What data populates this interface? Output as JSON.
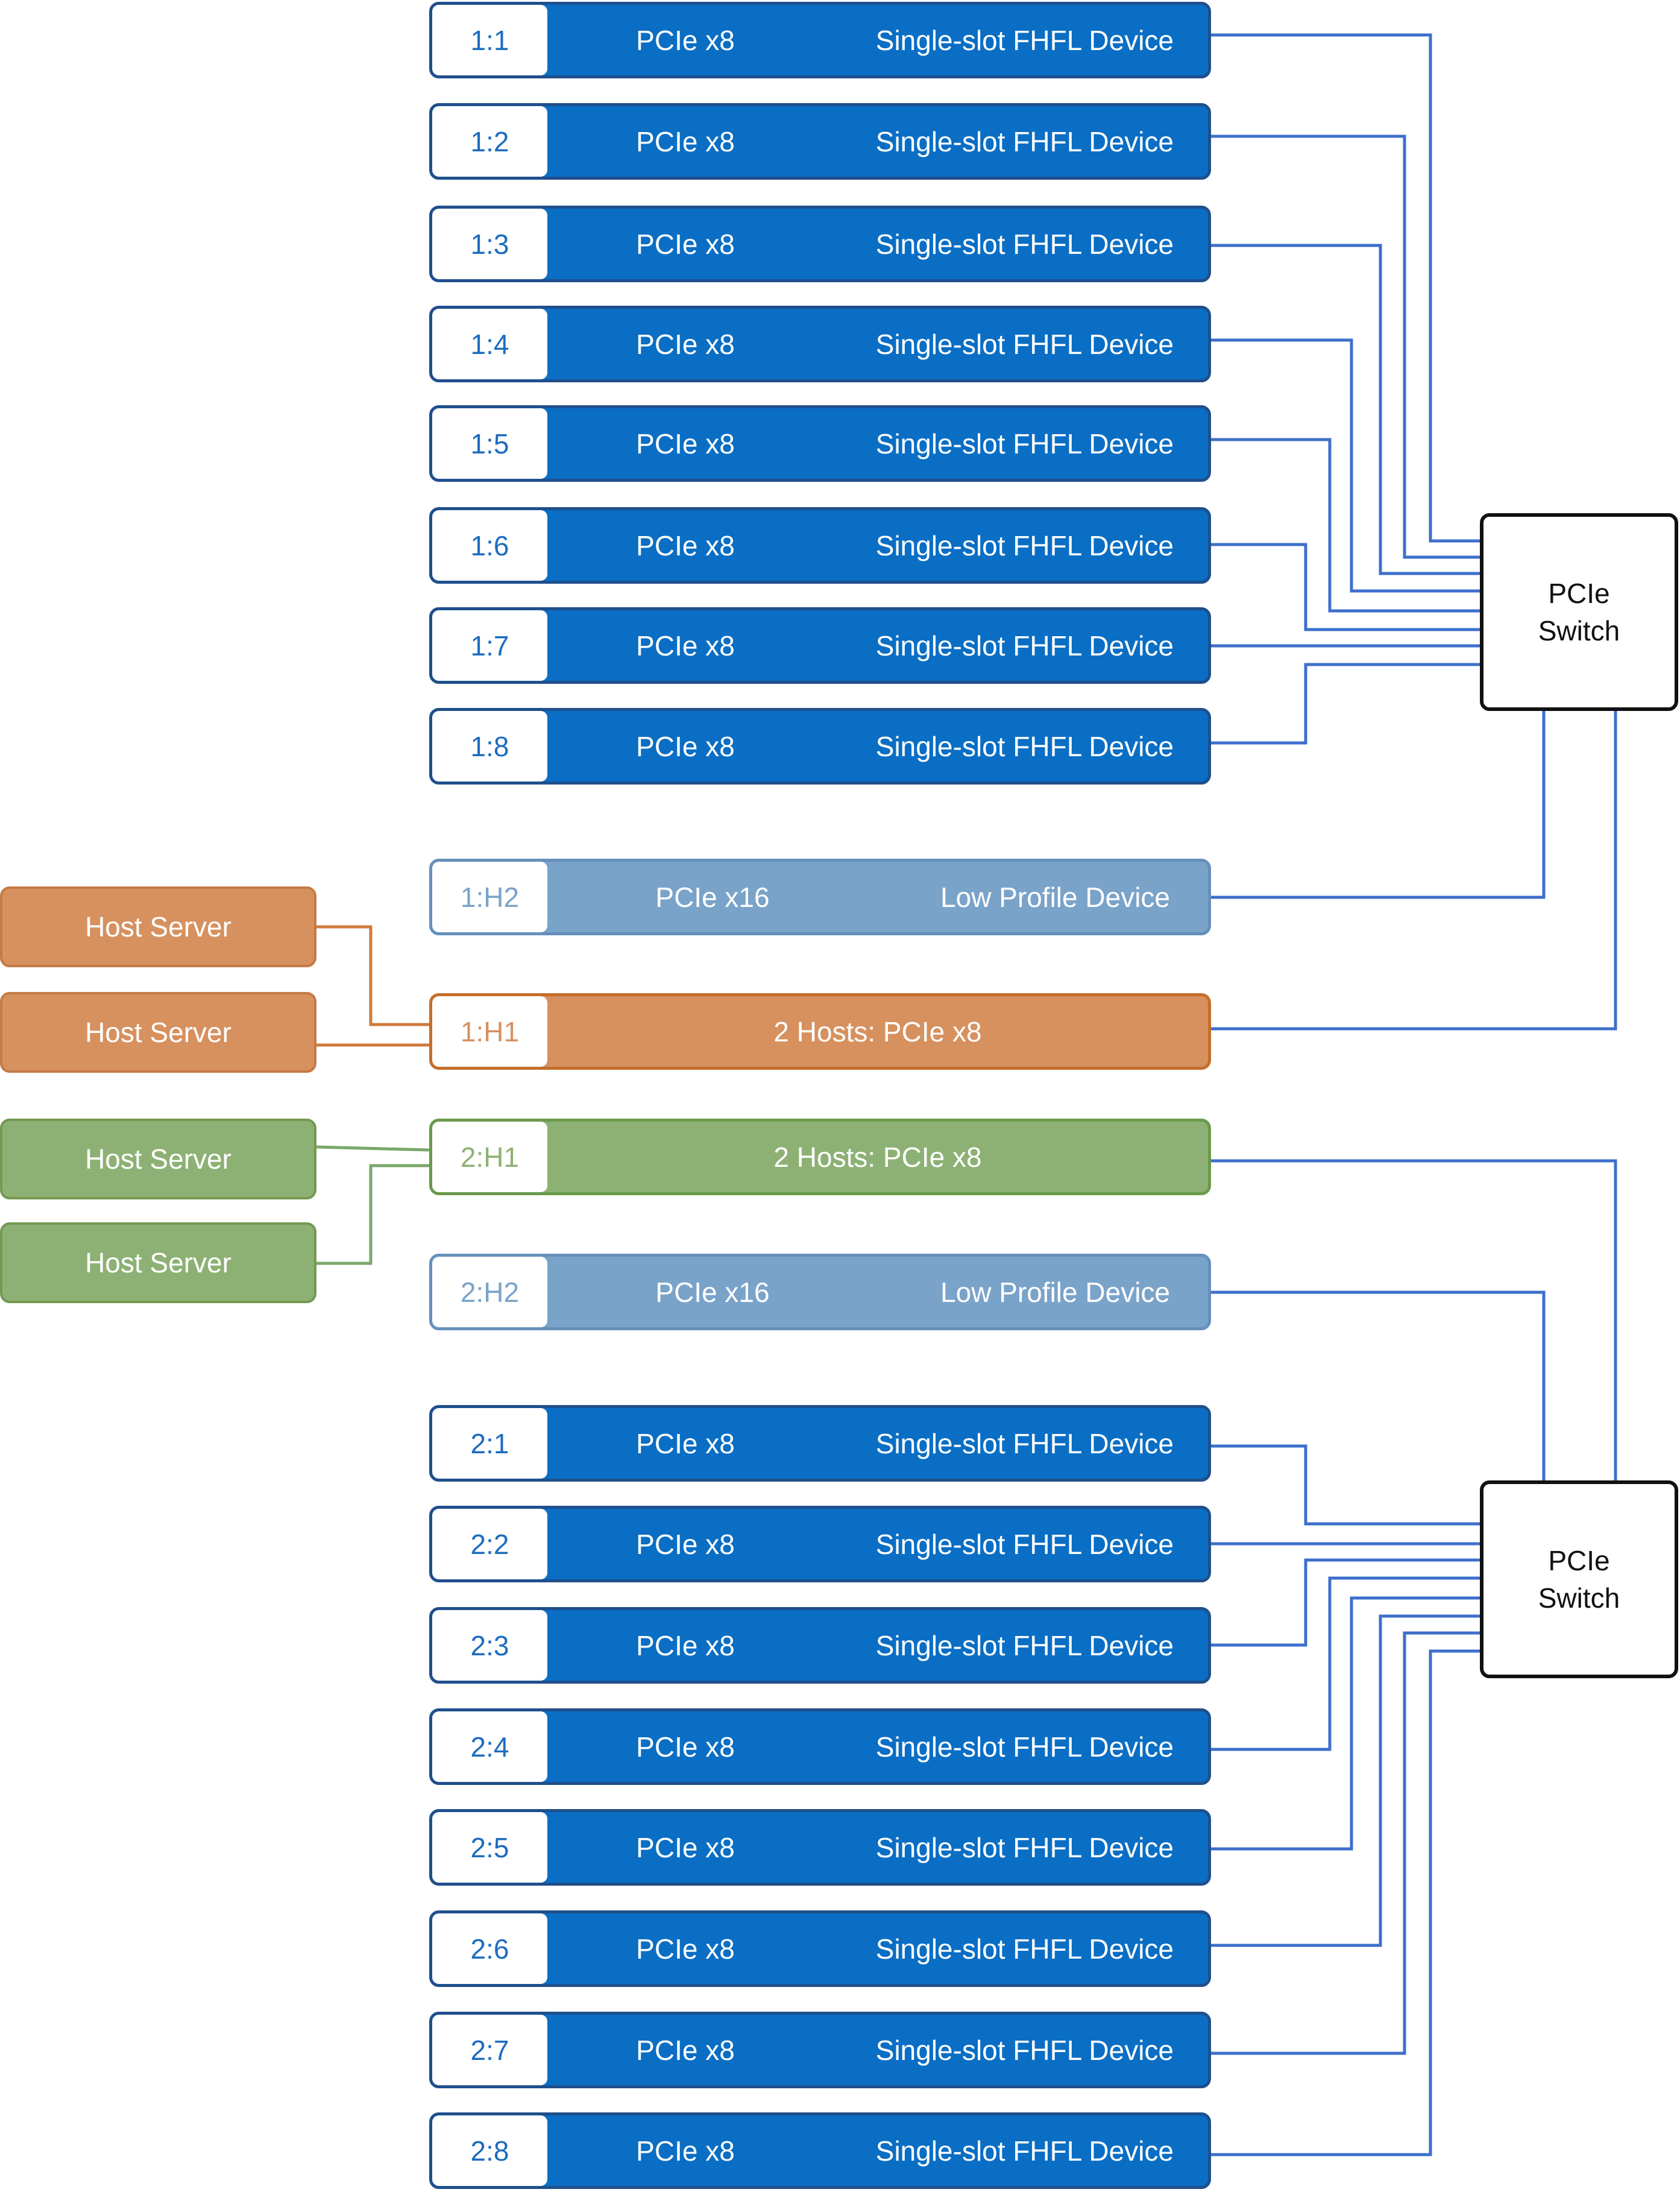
{
  "colors": {
    "device_blue": "#0a6ec5",
    "low_profile_blue": "#7aa3c9",
    "host_orange": "#d6915f",
    "host_green": "#8db174",
    "wire_blue": "#3d6fcc",
    "wire_orange": "#d07a3c",
    "wire_green": "#7aa86a"
  },
  "groups": [
    {
      "switch": {
        "line1": "PCIe",
        "line2": "Switch"
      },
      "slots": [
        {
          "label": "1:1",
          "link": "PCIe x8",
          "device": "Single-slot FHFL Device"
        },
        {
          "label": "1:2",
          "link": "PCIe x8",
          "device": "Single-slot FHFL Device"
        },
        {
          "label": "1:3",
          "link": "PCIe x8",
          "device": "Single-slot FHFL Device"
        },
        {
          "label": "1:4",
          "link": "PCIe x8",
          "device": "Single-slot FHFL Device"
        },
        {
          "label": "1:5",
          "link": "PCIe x8",
          "device": "Single-slot FHFL Device"
        },
        {
          "label": "1:6",
          "link": "PCIe x8",
          "device": "Single-slot FHFL Device"
        },
        {
          "label": "1:7",
          "link": "PCIe x8",
          "device": "Single-slot FHFL Device"
        },
        {
          "label": "1:8",
          "link": "PCIe x8",
          "device": "Single-slot FHFL Device"
        }
      ],
      "low_profile": {
        "label": "1:H2",
        "link": "PCIe x16",
        "device": "Low Profile Device"
      },
      "host_slot": {
        "label": "1:H1",
        "text": "2 Hosts: PCIe x8"
      },
      "servers": [
        "Host Server",
        "Host Server"
      ]
    },
    {
      "switch": {
        "line1": "PCIe",
        "line2": "Switch"
      },
      "slots": [
        {
          "label": "2:1",
          "link": "PCIe x8",
          "device": "Single-slot FHFL Device"
        },
        {
          "label": "2:2",
          "link": "PCIe x8",
          "device": "Single-slot FHFL Device"
        },
        {
          "label": "2:3",
          "link": "PCIe x8",
          "device": "Single-slot FHFL Device"
        },
        {
          "label": "2:4",
          "link": "PCIe x8",
          "device": "Single-slot FHFL Device"
        },
        {
          "label": "2:5",
          "link": "PCIe x8",
          "device": "Single-slot FHFL Device"
        },
        {
          "label": "2:6",
          "link": "PCIe x8",
          "device": "Single-slot FHFL Device"
        },
        {
          "label": "2:7",
          "link": "PCIe x8",
          "device": "Single-slot FHFL Device"
        },
        {
          "label": "2:8",
          "link": "PCIe x8",
          "device": "Single-slot FHFL Device"
        }
      ],
      "low_profile": {
        "label": "2:H2",
        "link": "PCIe x16",
        "device": "Low Profile Device"
      },
      "host_slot": {
        "label": "2:H1",
        "text": "2 Hosts: PCIe x8"
      },
      "servers": [
        "Host Server",
        "Host Server"
      ]
    }
  ]
}
